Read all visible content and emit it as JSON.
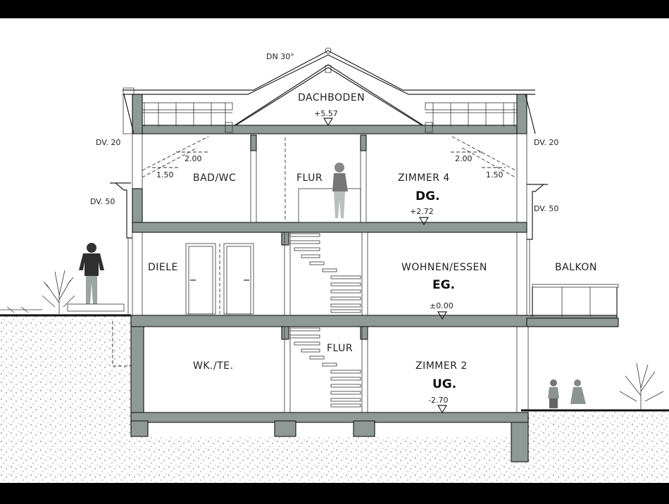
{
  "roof": {
    "pitch_label": "DN 30°",
    "attic_label": "DACHBODEN",
    "attic_elevation": "+5.57"
  },
  "dg": {
    "bath_label": "BAD/WC",
    "hall_label": "FLUR",
    "room_label": "ZIMMER 4",
    "level_label": "DG.",
    "elevation": "+2.72",
    "dim_left_upper": "2.00",
    "dim_left_lower": "1.50",
    "dim_right_upper": "2.00",
    "dim_right_lower": "1.50",
    "dv_left_upper": "DV. 20",
    "dv_left_lower": "DV. 50",
    "dv_right_upper": "DV. 20",
    "dv_right_lower": "DV. 50"
  },
  "eg": {
    "hall_label": "DIELE",
    "room_label": "WOHNEN/ESSEN",
    "level_label": "EG.",
    "elevation": "±0.00",
    "balcony_label": "BALKON"
  },
  "ug": {
    "utility_label": "WK./TE.",
    "hall_label": "FLUR",
    "room_label": "ZIMMER 2",
    "level_label": "UG.",
    "elevation": "-2.70"
  },
  "colors": {
    "wall_fill": "#8f9a96",
    "soil_dot": "#555555",
    "frame": "#000000",
    "paper": "#ffffff"
  }
}
